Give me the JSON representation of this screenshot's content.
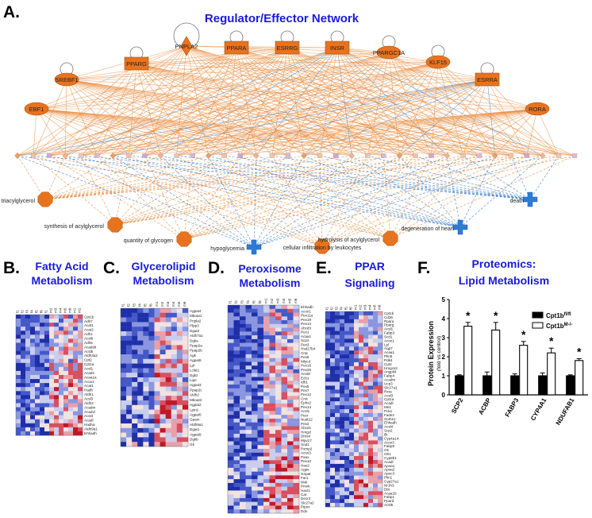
{
  "panels": {
    "A": {
      "letter": "A.",
      "title": "Regulator/Effector Network"
    },
    "B": {
      "letter": "B.",
      "title_line1": "Fatty Acid",
      "title_line2": "Metabolism"
    },
    "C": {
      "letter": "C.",
      "title_line1": "Glycerolipid",
      "title_line2": "Metabolism"
    },
    "D": {
      "letter": "D.",
      "title_line1": "Peroxisome",
      "title_line2": "Metabolism"
    },
    "E": {
      "letter": "E.",
      "title_line1": "PPAR",
      "title_line2": "Signaling"
    },
    "F": {
      "letter": "F.",
      "title_line1": "Proteomics:",
      "title_line2": "Lipid Metabolism"
    }
  },
  "network": {
    "regulators": [
      {
        "label": "PNPLA2",
        "shape": "diamond"
      },
      {
        "label": "PPARA",
        "shape": "rect"
      },
      {
        "label": "ESRRG",
        "shape": "rect"
      },
      {
        "label": "INSR",
        "shape": "rect"
      },
      {
        "label": "PPARGC1A",
        "shape": "ellipse"
      },
      {
        "label": "PPARG",
        "shape": "rect"
      },
      {
        "label": "KLF15",
        "shape": "ellipse"
      },
      {
        "label": "SREBF1",
        "shape": "ellipse"
      },
      {
        "label": "ESRRA",
        "shape": "rect"
      },
      {
        "label": "EBF1",
        "shape": "ellipse"
      },
      {
        "label": "RORA",
        "shape": "ellipse"
      }
    ],
    "outcomes": [
      {
        "label": "metabolism of triacylglycerol",
        "color": "#e8731e"
      },
      {
        "label": "synthesis of acylglycerol",
        "color": "#e8731e"
      },
      {
        "label": "quantity of glycogen",
        "color": "#e8731e"
      },
      {
        "label": "hypoglycemia",
        "color": "#2e7bd6"
      },
      {
        "label": "cellular infiltration by leukocytes",
        "color": "#e8731e"
      },
      {
        "label": "hydrolysis of acylglycerol",
        "color": "#e8731e"
      },
      {
        "label": "degeneration of heart",
        "color": "#2e7bd6"
      },
      {
        "label": "death",
        "color": "#2e7bd6"
      }
    ],
    "colors": {
      "up": "#e8731e",
      "down": "#2e7bd6",
      "edge_orange": "#e98a3a",
      "edge_blue": "#3a7fd0"
    }
  },
  "heatmaps": {
    "B": {
      "genes": [
        "Cpt1b",
        "Adh7",
        "Acat1",
        "Acat2",
        "Adh1",
        "Acsl6",
        "Adh5",
        "Acadsb",
        "Acsl5",
        "Aldh3a2",
        "Cpt2",
        "Cpt1a",
        "Acsl1",
        "Acads",
        "Acaa1a",
        "Acox1",
        "Acat1",
        "Hadh",
        "Aldh1",
        "Acsl3",
        "Aldh2",
        "Acadm",
        "Acadvl",
        "Acsl4",
        "Acadl",
        "Hadha",
        "Aldh9a1",
        "Ehhadh"
      ]
    },
    "C": {
      "genes": [
        "Agpat4",
        "Mboat1",
        "Pnpla2",
        "Plpp3",
        "Dgat2",
        "Aldh7a1",
        "Dgka",
        "Ppap2a",
        "Ppap2b",
        "Agk",
        "Agpat6",
        "Lpl",
        "Lclat1",
        "Dgkz",
        "Lipe",
        "Agpat3",
        "Ppap2c",
        "Aldh2",
        "Mboat2",
        "Agpat2",
        "Lpin1",
        "Agpat5",
        "Gpam",
        "Aldh9a1",
        "Dgat1",
        "Agpat9",
        "Dgkb",
        "Gk"
      ]
    },
    "D": {
      "genes": [
        "Ehhadh",
        "Acox1",
        "Pex11a",
        "Pex19",
        "Pex13",
        "Abcd3",
        "Pex1",
        "Acaa1",
        "Scp2",
        "Pex3",
        "Hsd17b4",
        "Crat",
        "Pex6",
        "Mlycd",
        "Pex16",
        "Pex26",
        "Acot8",
        "Ech1",
        "Idh1",
        "Pex5",
        "Pex7",
        "Pex12",
        "Crot",
        "Ephx2",
        "Pex14",
        "Acsl1",
        "Pecr",
        "Nudt12",
        "Pex2",
        "Abcd1",
        "Hmgcl",
        "Dhrs4",
        "Mpv17",
        "Sod1",
        "Pxmp2",
        "Acox3",
        "Paox",
        "Pex10",
        "Hao2",
        "Agps",
        "Gnpat",
        "Far1",
        "Mvk",
        "Pmvk",
        "Hacl1",
        "Cat",
        "Decr2",
        "Slc27a2",
        "Pipox",
        "Ddo"
      ]
    },
    "E": {
      "genes": [
        "Cpt1b",
        "Cd36",
        "Ppara",
        "Pparg",
        "Acsl1",
        "Fabp3",
        "Scd1",
        "Acox1",
        "Lpl",
        "Aqp7",
        "Acaa1",
        "Plin5",
        "Pdk4",
        "Cpt2",
        "Hmgcs2",
        "Angptl4",
        "Fabp4",
        "Acadm",
        "Ucp3",
        "Slc27a1",
        "Rxra",
        "Acsl3",
        "Cpt1a",
        "Acadl",
        "Me1",
        "Pck1",
        "Fads2",
        "Sorbs1",
        "Ehhadh",
        "Acsl4",
        "Scp2",
        "Ilk",
        "Cyp4a14",
        "Acox3",
        "Fabp5",
        "Gk",
        "Olr1",
        "Cyp8b1",
        "Acadl",
        "Apoa1",
        "Apoa2",
        "Apoc3",
        "Plin1",
        "Cyp27a1",
        "Nr1h3",
        "Dbi",
        "Acaa1b",
        "Fabp1",
        "Ppard",
        "Acsl5",
        "Acsl6"
      ]
    }
  },
  "chart_data": {
    "type": "bar",
    "categories": [
      "SCP2",
      "ACBP",
      "FABP3",
      "CYP4A1",
      "NDUFAB1"
    ],
    "series": [
      {
        "name": "Cpt1b",
        "superscript": "fl/fl",
        "color": "#000000",
        "values": [
          1.0,
          1.0,
          1.0,
          1.0,
          1.0
        ],
        "errors": [
          0.05,
          0.2,
          0.1,
          0.15,
          0.05
        ]
      },
      {
        "name": "Cpt1b",
        "superscript": "M-/-",
        "color": "#ffffff",
        "values": [
          3.6,
          3.4,
          2.6,
          2.2,
          1.8
        ],
        "errors": [
          0.2,
          0.4,
          0.2,
          0.25,
          0.1
        ]
      }
    ],
    "significance": [
      "*",
      "*",
      "*",
      "*",
      "*"
    ],
    "ylabel": "Protein Expression",
    "ylabel_sub": "(fold vs control)",
    "ylim": [
      0,
      5
    ],
    "yticks": [
      "0",
      "1",
      "2",
      "3",
      "4",
      "5"
    ],
    "legend_position": "top-right"
  }
}
